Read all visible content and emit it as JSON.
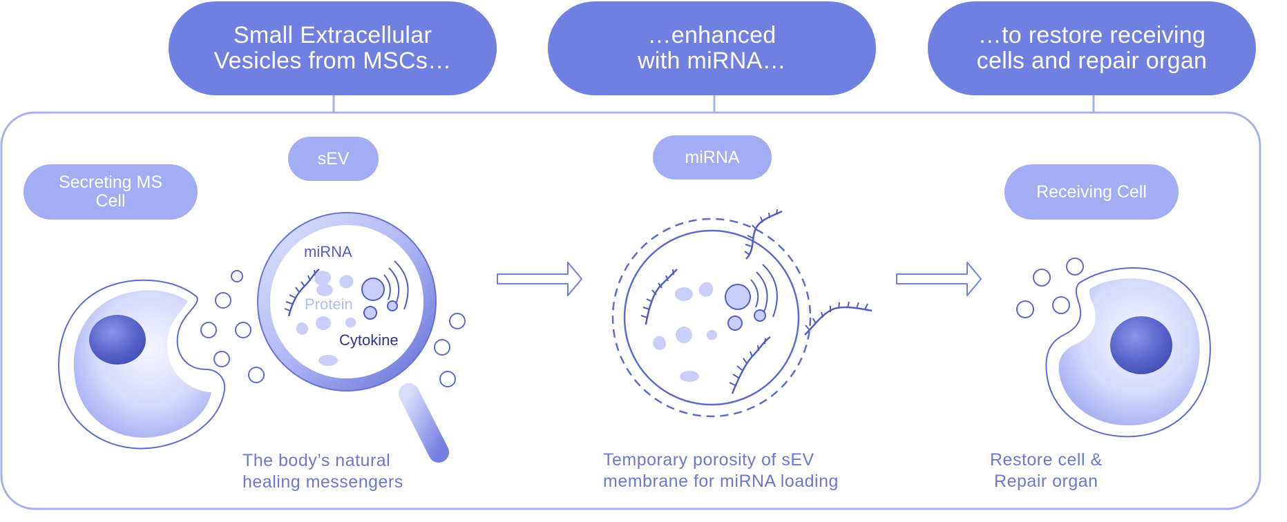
{
  "headers": [
    {
      "text": "Small Extracellular\nVesicles from MSCs…"
    },
    {
      "text": "…enhanced\nwith miRNA…"
    },
    {
      "text": "…to restore receiving\ncells and repair organ"
    }
  ],
  "labels": {
    "secreting_cell": "Secreting MS\nCell",
    "sev": "sEV",
    "mirna": "miRNA",
    "receiving_cell": "Receiving Cell"
  },
  "lens_labels": {
    "mirna": "miRNA",
    "protein": "Protein",
    "cytokine": "Cytokine"
  },
  "captions": {
    "step1": "The body’s natural\nhealing messengers",
    "step2": "Temporary porosity of sEV\nmembrane  for miRNA loading",
    "step3": "Restore cell &\nRepair organ"
  },
  "colors": {
    "primary": "#6f80e0",
    "label_pill": "#a3adf3",
    "outline": "#5c6ad0",
    "panel_border": "#a7b0ee",
    "caption_text": "#6a78cd",
    "nucleus": "#4f5cc0",
    "light_fill": "#c9cffa"
  }
}
